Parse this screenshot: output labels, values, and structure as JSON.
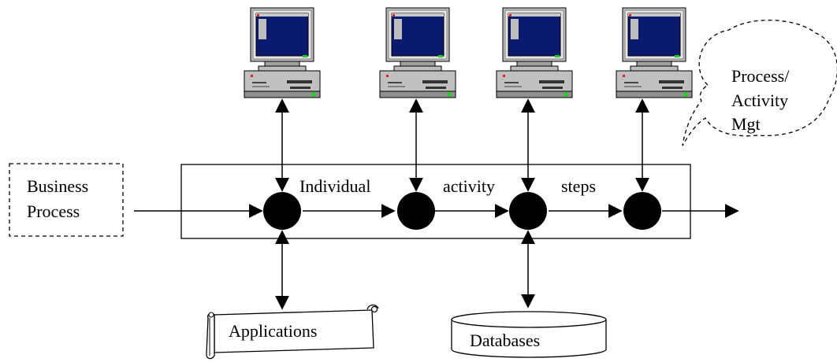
{
  "labels": {
    "business_process_line1": "Business",
    "business_process_line2": "Process",
    "step_word1": "Individual",
    "step_word2": "activity",
    "step_word3": "steps",
    "mgt_line1": "Process/",
    "mgt_line2": "Activity",
    "mgt_line3": "Mgt",
    "applications": "Applications",
    "databases": "Databases"
  },
  "icons": {
    "workstation": "computer-workstation-icon",
    "applications": "scroll-document-icon",
    "databases": "database-cylinder-icon"
  },
  "colors": {
    "screen": "#0a1a6e",
    "monitor_body": "#c0c0c0",
    "led": "#1fd11f",
    "stroke": "#000000"
  }
}
